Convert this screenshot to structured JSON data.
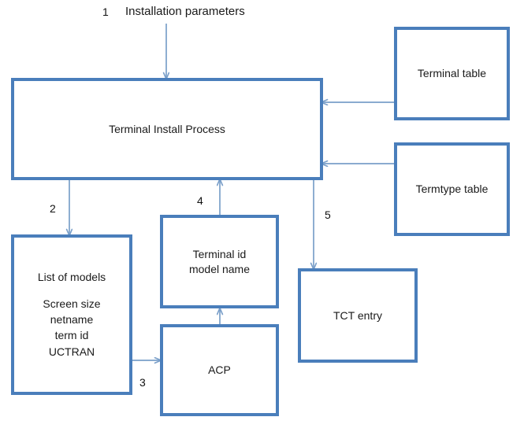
{
  "diagram": {
    "title_label": "Installation parameters",
    "accent_color": "#4a7ebb",
    "arrow_color": "#7a9fc9",
    "background": "#ffffff",
    "nodes": {
      "terminal_install_process": "Terminal Install Process",
      "terminal_table": "Terminal table",
      "termtype_table": "Termtype table",
      "list_of_models_heading": "List of models",
      "list_of_models_items": "Screen size\nnetname\nterm id\nUCTRAN",
      "terminal_id_model_name": "Terminal id\nmodel name",
      "acp": "ACP",
      "tct_entry": "TCT entry"
    },
    "edge_labels": {
      "one": "1",
      "two": "2",
      "three": "3",
      "four": "4",
      "five": "5"
    },
    "edges": [
      {
        "id": "installation-parameters-to-process",
        "label": "1",
        "from": "Installation parameters",
        "to": "Terminal Install Process"
      },
      {
        "id": "process-to-list-of-models",
        "label": "2",
        "from": "Terminal Install Process",
        "to": "List of models"
      },
      {
        "id": "list-of-models-to-acp",
        "label": "3",
        "from": "List of models",
        "to": "ACP"
      },
      {
        "id": "terminal-id-to-process",
        "label": "4",
        "from": "Terminal id model name",
        "to": "Terminal Install Process"
      },
      {
        "id": "process-to-tct-entry",
        "label": "5",
        "from": "Terminal Install Process",
        "to": "TCT entry"
      },
      {
        "id": "acp-to-terminal-id",
        "label": "",
        "from": "ACP",
        "to": "Terminal id model name"
      },
      {
        "id": "terminal-table-to-process",
        "label": "",
        "from": "Terminal table",
        "to": "Terminal Install Process"
      },
      {
        "id": "termtype-table-to-process",
        "label": "",
        "from": "Termtype table",
        "to": "Terminal Install Process"
      }
    ]
  }
}
